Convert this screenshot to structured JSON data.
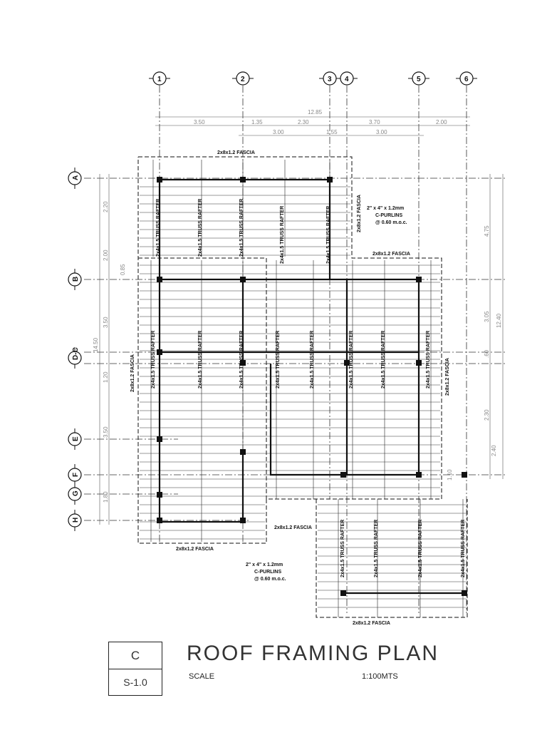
{
  "title": "ROOF FRAMING PLAN",
  "scale_label": "SCALE",
  "scale_value": "1:100MTS",
  "sheet": {
    "detail": "C",
    "number": "S-1.0"
  },
  "grid_columns": [
    "1",
    "2",
    "3",
    "4",
    "5",
    "6"
  ],
  "grid_rows": [
    "A",
    "B",
    "D-C",
    "E",
    "F",
    "G",
    "H"
  ],
  "dims_top_total": "12.85",
  "dims_top_row1": [
    "3.50",
    "1.35",
    "2.30",
    "3.70",
    "2.00"
  ],
  "dims_top_row2": [
    "3.00",
    "1.55",
    "3.00"
  ],
  "dims_left_total": "14.50",
  "dims_left": [
    "2.20",
    "2.00",
    "0.85",
    "3.50",
    "1.20",
    "3.50",
    "1.80"
  ],
  "dims_right_total": "12.40",
  "dims_right": [
    "4.75",
    "3.05",
    ".60",
    "2.30",
    "2.40",
    "1.10"
  ],
  "fascia_label": "2x8x1.2 FASCIA",
  "truss_label": "2x4x1.5 TRUSS RAFTER",
  "purlin_note_1": [
    "2\" x 4\" x 1.2mm",
    "C-PURLINS",
    "@ 0.60 m.o.c."
  ],
  "purlin_note_2": [
    "2\" x 4\" x 1.2mm",
    "C-PURLINS",
    "@ 0.60 m.o.c."
  ]
}
